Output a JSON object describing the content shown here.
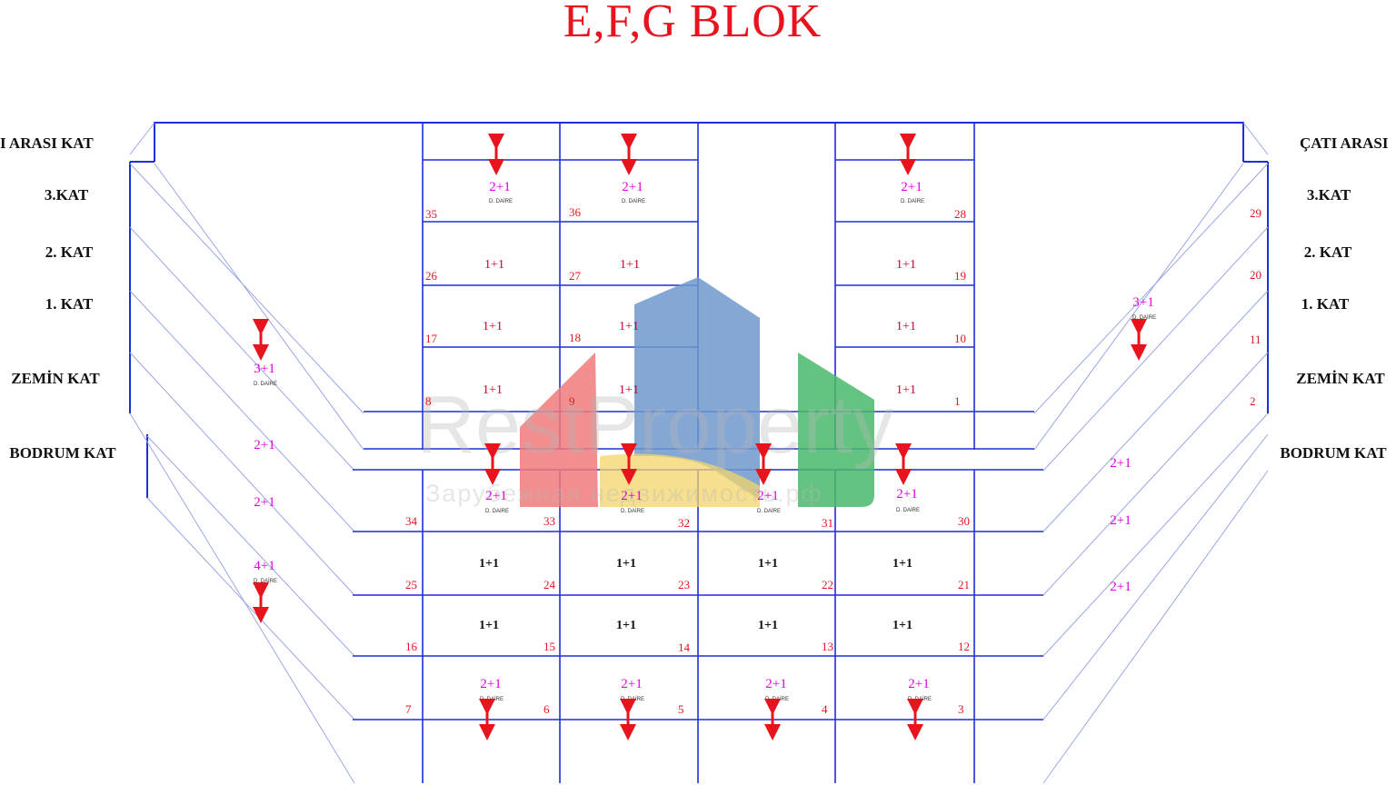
{
  "title": "E,F,G BLOK",
  "floors_left": [
    "I ARASI KAT",
    "3.KAT",
    "2. KAT",
    "1. KAT",
    "ZEMİN KAT",
    "BODRUM KAT"
  ],
  "floors_right": [
    "ÇATI ARASI",
    "3.KAT",
    "2. KAT",
    "1. KAT",
    "ZEMİN KAT",
    "BODRUM KAT"
  ],
  "sub_label": "D. DAİRE",
  "upper_cells": [
    {
      "type": "2+1",
      "num": "35"
    },
    {
      "type": "2+1",
      "num": "36"
    },
    {
      "type": "2+1",
      "num": "28"
    },
    {
      "type": "1+1",
      "num": "26"
    },
    {
      "type": "1+1",
      "num": "27"
    },
    {
      "type": "1+1",
      "num": "19"
    },
    {
      "type": "1+1",
      "num": "17"
    },
    {
      "type": "1+1",
      "num": "18"
    },
    {
      "type": "1+1",
      "num": "10"
    },
    {
      "type": "1+1",
      "num": "8"
    },
    {
      "type": "1+1",
      "num": "9"
    },
    {
      "type": "1+1",
      "num": "1"
    }
  ],
  "lower_cells": [
    {
      "type": "2+1",
      "num": "34"
    },
    {
      "type": "2+1",
      "num": "33"
    },
    {
      "type": "2+1",
      "num": "32"
    },
    {
      "type": "2+1",
      "num": "31"
    },
    {
      "type": "30"
    },
    {
      "type": "1+1",
      "num": "25"
    },
    {
      "type": "1+1",
      "num": "24"
    },
    {
      "type": "1+1",
      "num": "23"
    },
    {
      "type": "1+1",
      "num": "22"
    },
    {
      "type": "21"
    },
    {
      "type": "1+1",
      "num": "16"
    },
    {
      "type": "1+1",
      "num": "15"
    },
    {
      "type": "1+1",
      "num": "14"
    },
    {
      "type": "1+1",
      "num": "13"
    },
    {
      "type": "12"
    },
    {
      "type": "2+1",
      "num": "7"
    },
    {
      "type": "2+1",
      "num": "6"
    },
    {
      "type": "2+1",
      "num": "5"
    },
    {
      "type": "2+1",
      "num": "4"
    },
    {
      "type": "3"
    }
  ],
  "left_wing": [
    "3+1",
    "2+1",
    "2+1",
    "4+1"
  ],
  "right_wing_top": "3+1",
  "right_wing_nums": [
    "29",
    "20",
    "11",
    "2"
  ],
  "right_wing_lower": [
    "2+1",
    "2+1",
    "2+1"
  ],
  "watermark": {
    "brand": "RestProperty",
    "tagline": "Зарубежная недвижимость.рф"
  },
  "colors": {
    "title": "#e8141d",
    "lines": "#1f2fd6",
    "diag": "#9aa6e6",
    "type": "#e000e0",
    "arrow": "#e8141d"
  }
}
